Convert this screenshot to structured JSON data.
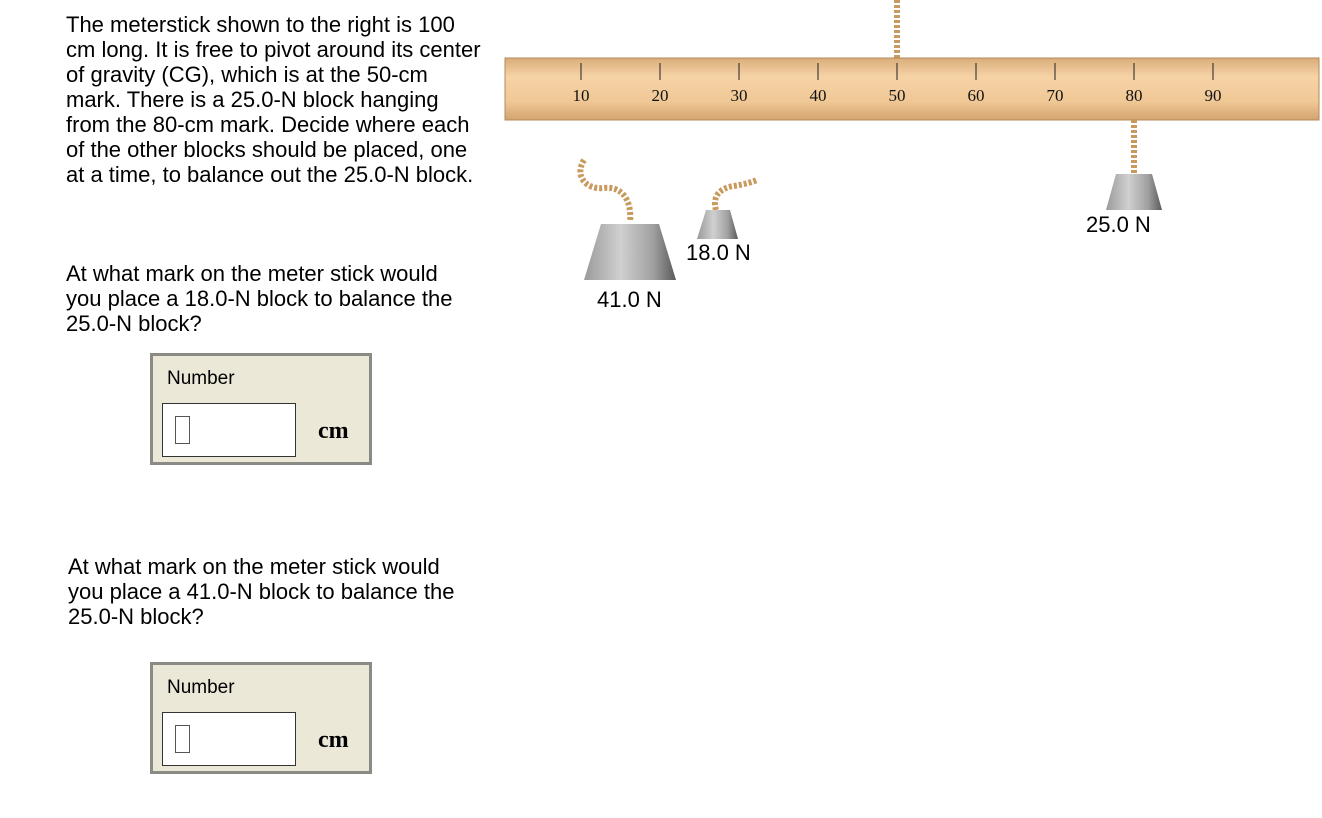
{
  "intro_text": "The meterstick shown to the right is 100 cm long. It is free to pivot around its center of gravity (CG), which is at the 50-cm mark. There is a 25.0-N block hanging from the 80-cm mark. Decide where each of the other blocks should be placed, one at a time, to balance out the 25.0-N block.",
  "questions": [
    {
      "text": "At what mark on the meter stick would you place a 18.0-N block to balance the 25.0-N block?",
      "field_label": "Number",
      "unit": "cm",
      "value": ""
    },
    {
      "text": "At what mark on the meter stick would you place a 41.0-N block to balance the 25.0-N block?",
      "field_label": "Number",
      "unit": "cm",
      "value": ""
    }
  ],
  "meterstick": {
    "tick_labels": [
      "10",
      "20",
      "30",
      "40",
      "50",
      "60",
      "70",
      "80",
      "90"
    ]
  },
  "weights": {
    "w41": "41.0 N",
    "w18": "18.0 N",
    "w25": "25.0 N"
  },
  "colors": {
    "stick": "#f0c896",
    "rope": "#d4a56a",
    "block": "#a8a8a8",
    "panel": "#ebe8d8"
  }
}
